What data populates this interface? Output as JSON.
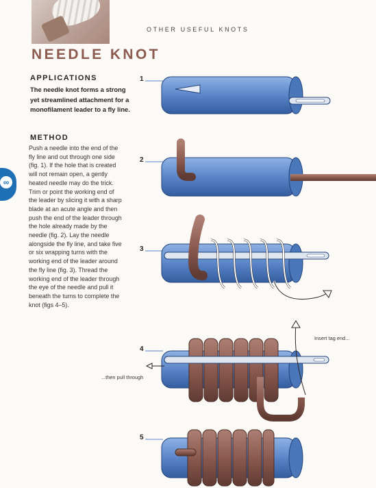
{
  "header": {
    "running_head": "OTHER USEFUL KNOTS"
  },
  "title": "NEEDLE KNOT",
  "applications": {
    "heading": "APPLICATIONS",
    "text": "The needle knot forms a strong yet streamlined attachment for a monofilament leader to a fly line."
  },
  "method": {
    "heading": "METHOD",
    "text": "Push a needle into the end of the fly line and out through one side (fig. 1). If the hole that is created will not remain open, a gently heated needle may do the trick. Trim or point the working end of the leader by slicing it with a sharp blade at an acute angle and then push the end of the leader through the hole already made by the needle (fig. 2). Lay the needle alongside the fly line, and take five or six wrapping turns with the working end of the leader around the fly line (fig. 3). Thread the working end of the leader through the eye of the needle and pull it beneath the turns to complete the knot (figs 4–5)."
  },
  "figures": {
    "fig1": "1",
    "fig2": "2",
    "fig3": "3",
    "fig4": "4",
    "fig5": "5",
    "annotation_insert": "Insert tag end...",
    "annotation_pull": "...then pull through"
  },
  "colors": {
    "fly_line": "#5a86c9",
    "leader": "#8c5a4f",
    "title": "#8c5a4f",
    "tab": "#1f6fb5"
  },
  "icons": {
    "tab_icon": "knot-icon"
  }
}
